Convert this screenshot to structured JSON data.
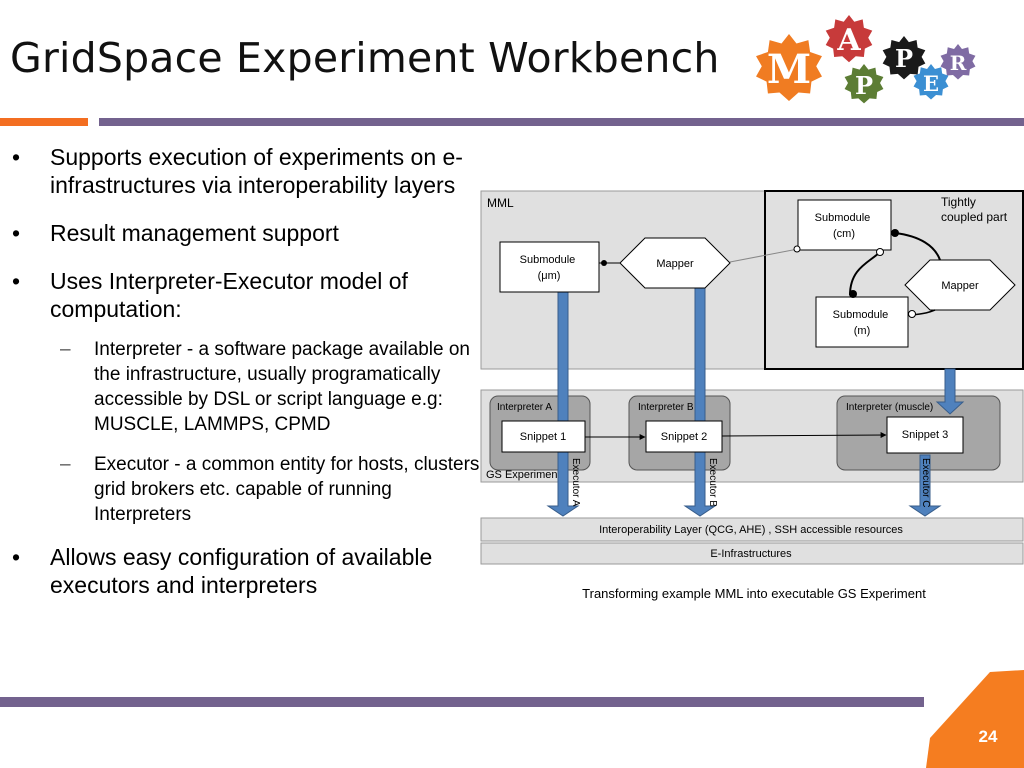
{
  "slide": {
    "title": "GridSpace Experiment Workbench",
    "page_number": "24"
  },
  "logo": {
    "letters": [
      "M",
      "A",
      "P",
      "P",
      "E",
      "R"
    ]
  },
  "bullets": {
    "b1": "Supports execution of  experiments on e-infrastructures via interoperability layers",
    "b2": "Result management support",
    "b3": "Uses Interpreter-Executor model of computation:",
    "b3_sub1": "Interpreter - a software package available on the infrastructure, usually programatically accessible by DSL or script language e.g: MUSCLE, LAMMPS, CPMD",
    "b3_sub2": "Executor  - a common entity for hosts, clusters, grid brokers etc. capable of running Interpreters",
    "b4": "Allows easy configuration of available executors and interpreters"
  },
  "diagram": {
    "mml_label": "MML",
    "tightly_coupled_label": "Tightly coupled part",
    "submodule_um": "Submodule (μm)",
    "mapper_left": "Mapper",
    "submodule_cm": "Submodule (cm)",
    "submodule_m": "Submodule (m)",
    "mapper_right": "Mapper",
    "interpreter_a": "Interpreter A",
    "interpreter_b": "Interpreter B",
    "interpreter_muscle": "Interpreter (muscle)",
    "snippet_1": "Snippet 1",
    "snippet_2": "Snippet 2",
    "snippet_3": "Snippet 3",
    "gs_experiment": "GS Experiment",
    "executor_a": "Executor A",
    "executor_b": "Executor B",
    "executor_c": "Executor C",
    "interop_layer": "Interoperability Layer (QCG, AHE) , SSH accessible resources",
    "e_infrastructures": "E-Infrastructures",
    "caption": "Transforming  example  MML into executable GS Experiment"
  }
}
